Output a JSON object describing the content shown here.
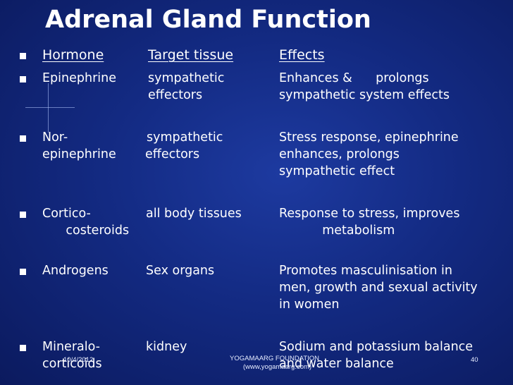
{
  "title": "Adrenal Gland Function",
  "header": {
    "hormone": "Hormone",
    "target": "Target tissue",
    "effects": "Effects"
  },
  "rows": [
    {
      "hormone": [
        "Epinephrine"
      ],
      "target": [
        "sympathetic",
        "effectors"
      ],
      "effects": [
        "Enhances &      prolongs",
        "sympathetic system effects"
      ]
    },
    {
      "hormone": [
        "Nor-",
        "epinephrine"
      ],
      "target": [
        "sympathetic",
        "effectors"
      ],
      "effects": [
        "Stress response, epinephrine",
        "enhances, prolongs",
        "sympathetic effect"
      ]
    },
    {
      "hormone": [
        "Cortico-",
        "      costeroids"
      ],
      "target": [
        "all body tissues"
      ],
      "effects": [
        "Response to stress, improves",
        "           metabolism"
      ]
    },
    {
      "hormone": [
        "Androgens"
      ],
      "target": [
        "Sex organs"
      ],
      "effects": [
        "Promotes masculinisation in",
        "men, growth and sexual activity",
        "in women"
      ]
    },
    {
      "hormone": [
        "Mineralo-",
        "corticoids"
      ],
      "target": [
        "kidney"
      ],
      "effects": [
        "Sodium and potassium balance",
        "and water balance"
      ]
    }
  ],
  "footer": {
    "date": "10/4/2012",
    "org_line1": "YOGAMAARG FOUNDATION",
    "org_line2": "(www,yogamaarg.com)",
    "page": "40"
  }
}
